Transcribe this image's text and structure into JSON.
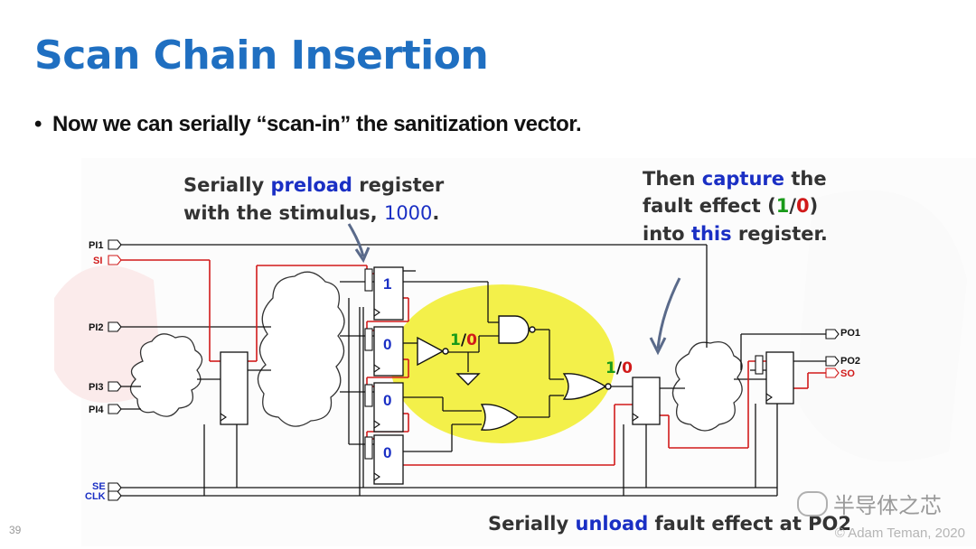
{
  "slide": {
    "title": "Scan Chain Insertion",
    "bullet": "Now we can serially “scan-in” the sanitization vector.",
    "slide_number": "39",
    "copyright": "© Adam Teman, 2020",
    "watermark_text": "半导体之芯"
  },
  "annotations": {
    "preload_l1_a": "Serially ",
    "preload_l1_b": "preload",
    "preload_l1_c": " register",
    "preload_l2_a": "with the stimulus, ",
    "preload_l2_b": "1000",
    "preload_l2_c": ".",
    "capture_l1_a": "Then ",
    "capture_l1_b": "capture",
    "capture_l1_c": " the",
    "capture_l2_a": "fault effect (",
    "capture_l2_b": "1",
    "capture_l2_c": "/",
    "capture_l2_d": "0",
    "capture_l2_e": ")",
    "capture_l3_a": "into ",
    "capture_l3_b": "this",
    "capture_l3_c": " register.",
    "unload_a": "Serially ",
    "unload_b": "unload",
    "unload_c": " fault effect at PO2"
  },
  "pins": {
    "pi1": "PI1",
    "si": "SI",
    "pi2": "PI2",
    "pi3": "PI3",
    "pi4": "PI4",
    "se": "SE",
    "clk": "CLK",
    "po1": "PO1",
    "po2": "PO2",
    "so": "SO"
  },
  "register_values": [
    "1",
    "0",
    "0",
    "0"
  ],
  "fault_labels": {
    "inner_one": "1",
    "inner_slash": "/",
    "inner_zero": "0",
    "out_one": "1",
    "out_slash": "/",
    "out_zero": "0"
  },
  "colors": {
    "title": "#1f6fc1",
    "highlight": "#f3f04a",
    "scan_path": "#d11a1a",
    "wire": "#111111",
    "blue_text": "#1a2fc4",
    "green_text": "#1a9a1a"
  }
}
